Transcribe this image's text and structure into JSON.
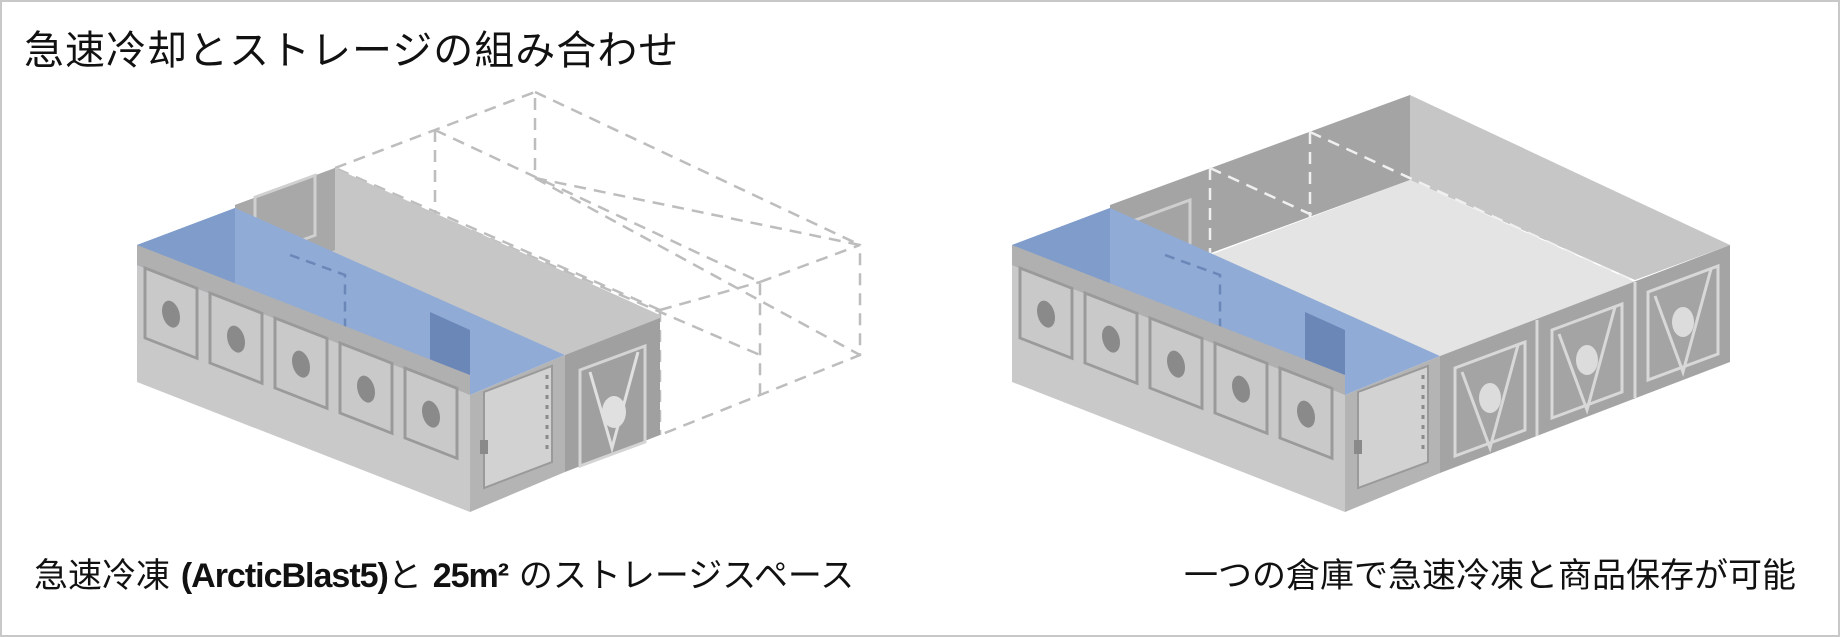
{
  "title": "急速冷却とストレージの組み合わせ",
  "captions": {
    "left_pre": "急速冷凍 ",
    "left_product": "(ArcticBlast5)",
    "left_mid": "と ",
    "left_size": "25m²",
    "left_post": " のストレージスペース",
    "right": "一つの倉庫で急速冷凍と商品保存が可能"
  },
  "colors": {
    "panel_front": "#c9c9c9",
    "panel_side": "#a8a8a8",
    "panel_dark": "#9a9a9a",
    "floor": "#e4e4e4",
    "blue_zone": "#90abd6",
    "blue_dark": "#6b87b8",
    "dashed": "#bdbdbd"
  },
  "icons": [
    "porthole-icon",
    "valve-triangle-icon",
    "door-icon"
  ]
}
